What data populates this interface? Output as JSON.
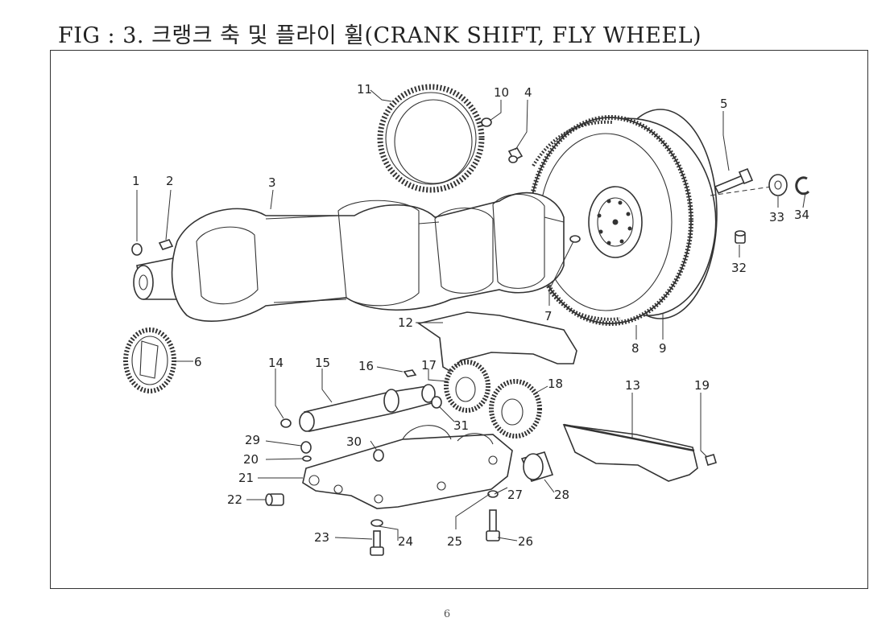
{
  "figure_title": "FIG : 3. 크랭크 축 및 플라이 휠(CRANK SHIFT, FLY WHEEL)",
  "page_number": "6",
  "callouts": [
    {
      "id": "1",
      "text": "1"
    },
    {
      "id": "2",
      "text": "2"
    },
    {
      "id": "3",
      "text": "3"
    },
    {
      "id": "4",
      "text": "4"
    },
    {
      "id": "5",
      "text": "5"
    },
    {
      "id": "6",
      "text": "6"
    },
    {
      "id": "7",
      "text": "7"
    },
    {
      "id": "8",
      "text": "8"
    },
    {
      "id": "9",
      "text": "9"
    },
    {
      "id": "10",
      "text": "10"
    },
    {
      "id": "11",
      "text": "11"
    },
    {
      "id": "12",
      "text": "12"
    },
    {
      "id": "13",
      "text": "13"
    },
    {
      "id": "14",
      "text": "14"
    },
    {
      "id": "15",
      "text": "15"
    },
    {
      "id": "16",
      "text": "16"
    },
    {
      "id": "17",
      "text": "17"
    },
    {
      "id": "18",
      "text": "18"
    },
    {
      "id": "19",
      "text": "19"
    },
    {
      "id": "20",
      "text": "20"
    },
    {
      "id": "21",
      "text": "21"
    },
    {
      "id": "22",
      "text": "22"
    },
    {
      "id": "23",
      "text": "23"
    },
    {
      "id": "24",
      "text": "24"
    },
    {
      "id": "25",
      "text": "25"
    },
    {
      "id": "26",
      "text": "26"
    },
    {
      "id": "27",
      "text": "27"
    },
    {
      "id": "28",
      "text": "28"
    },
    {
      "id": "29",
      "text": "29"
    },
    {
      "id": "30",
      "text": "30"
    },
    {
      "id": "31",
      "text": "31"
    },
    {
      "id": "32",
      "text": "32"
    },
    {
      "id": "33",
      "text": "33"
    },
    {
      "id": "34",
      "text": "34"
    }
  ]
}
